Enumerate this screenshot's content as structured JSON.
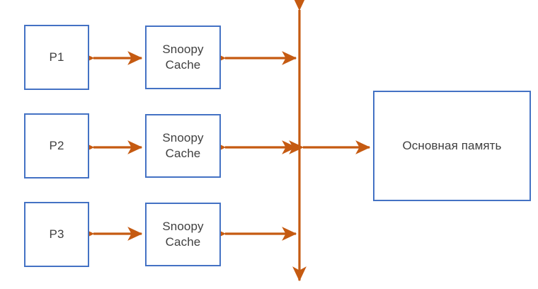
{
  "diagram": {
    "title": "Snoopy Cache Coherence Bus Diagram",
    "background_color": "#ffffff",
    "box_border_color": "#4472C4",
    "arrow_color": "#C55A11",
    "text_color": "#404040",
    "processors": [
      {
        "label": "P1"
      },
      {
        "label": "P2"
      },
      {
        "label": "P3"
      }
    ],
    "caches": [
      {
        "label": "Snoopy\nCache"
      },
      {
        "label": "Snoopy\nCache"
      },
      {
        "label": "Snoopy\nCache"
      }
    ],
    "memory": {
      "label": "Основная память"
    },
    "bus": {
      "label": "bus-line",
      "orientation": "vertical"
    },
    "connections": [
      {
        "name": "p1-to-cache1",
        "style": "double-arrow"
      },
      {
        "name": "cache1-to-bus",
        "style": "double-arrow"
      },
      {
        "name": "p2-to-cache2",
        "style": "double-arrow"
      },
      {
        "name": "cache2-to-bus",
        "style": "double-arrow"
      },
      {
        "name": "bus-to-memory",
        "style": "double-arrow"
      },
      {
        "name": "p3-to-cache3",
        "style": "double-arrow"
      },
      {
        "name": "cache3-to-bus",
        "style": "double-arrow"
      }
    ]
  }
}
